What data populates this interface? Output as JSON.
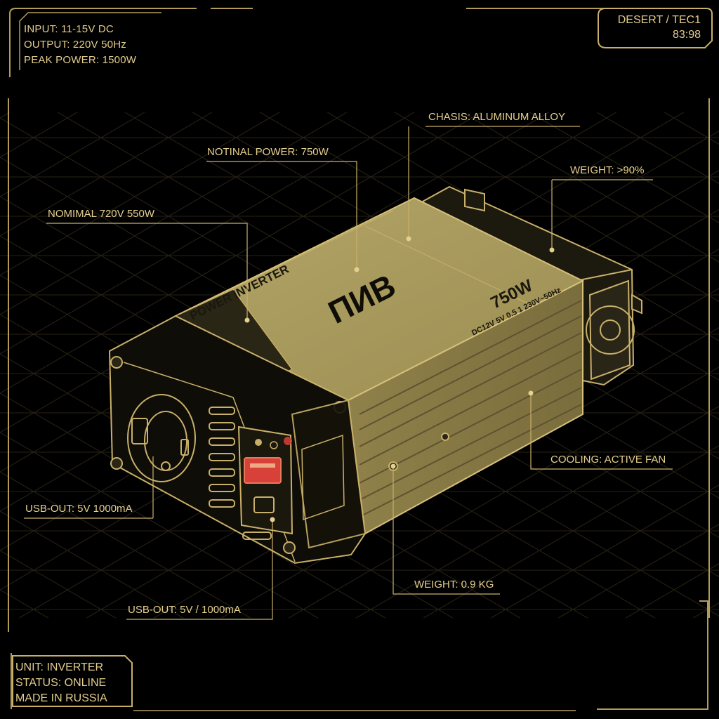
{
  "header": {
    "specs": [
      "INPUT: 11-15V DC",
      "OUTPUT: 220V 50Hz",
      "PEAK POWER: 1500W"
    ],
    "tag_line1": "DESERT / TEC1",
    "tag_line2": "83:98"
  },
  "device": {
    "side_label": "POWER INVERTER",
    "logo": "ПИВ",
    "rating": "750W",
    "spec_line": "DC12V 5V 0.5 1 230V~50Hz"
  },
  "callouts": {
    "chassis": "CHASIS: ALUMINUM ALLOY",
    "notinal": "NOTINAL POWER: 750W",
    "weight_pct": "WEIGHT: >90%",
    "nomimal": "NOMIMAL 720V 550W",
    "cooling": "COOLING: ACTIVE FAN",
    "usb_out_1": "USB-OUT: 5V 1000mA",
    "weight_kg": "WEIGHT: 0.9 KG",
    "usb_out_2": "USB-OUT: 5V / 1000mA"
  },
  "footer": {
    "status": [
      "UNIT: INVERTER",
      "STATUS: ONLINE",
      "MADE IN RUSSIA"
    ]
  },
  "colors": {
    "background": "#000000",
    "line": "#c9b06a",
    "text": "#e6d08e",
    "body_fill": "#a89a5c",
    "socket_red": "#d8403a"
  }
}
